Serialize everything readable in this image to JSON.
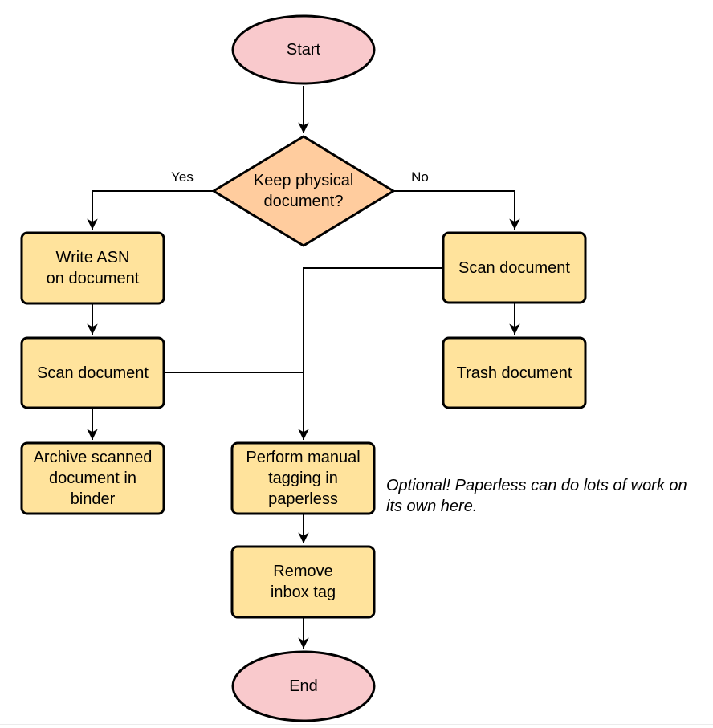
{
  "canvas": {
    "background": "#ffffff",
    "stroke_color": "#000000",
    "terminal_fill": "#F9C9CC",
    "decision_fill": "#FFCC9E",
    "process_fill": "#FFE39C"
  },
  "nodes": {
    "start": {
      "type": "terminal",
      "label": "Start"
    },
    "keep_physical": {
      "type": "decision",
      "label": "Keep physical\ndocument?"
    },
    "write_asn": {
      "type": "process",
      "label": "Write ASN\non document"
    },
    "scan_document_left": {
      "type": "process",
      "label": "Scan document"
    },
    "archive_binder": {
      "type": "process",
      "label": "Archive scanned\ndocument in\nbinder"
    },
    "scan_document_right": {
      "type": "process",
      "label": "Scan document"
    },
    "trash_document": {
      "type": "process",
      "label": "Trash document"
    },
    "manual_tagging": {
      "type": "process",
      "label": "Perform manual\ntagging in\npaperless"
    },
    "remove_inbox_tag": {
      "type": "process",
      "label": "Remove\ninbox tag"
    },
    "end": {
      "type": "terminal",
      "label": "End"
    }
  },
  "edge_labels": {
    "yes": "Yes",
    "no": "No"
  },
  "annotation": {
    "text": "Optional! Paperless can do lots of work on\nits own here."
  }
}
